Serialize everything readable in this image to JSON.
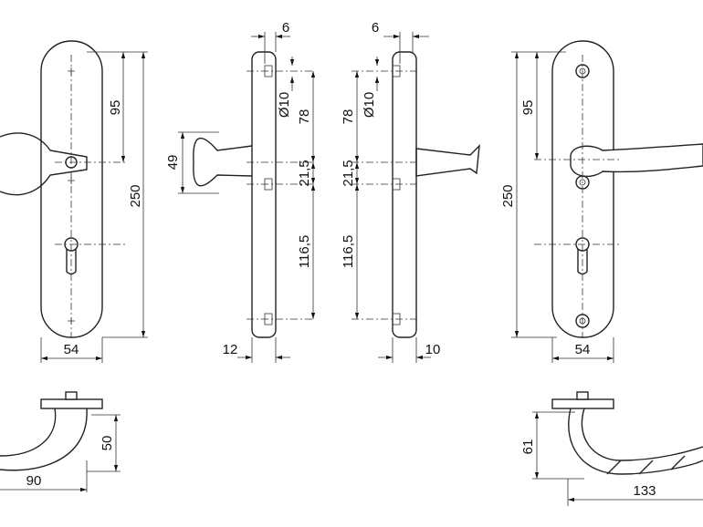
{
  "dimensions": {
    "front_left": {
      "height_to_handle": "95",
      "total_height": "250",
      "width": "54"
    },
    "side_left": {
      "screw_offset": "6",
      "screw_diameter": "Ø10",
      "top_to_handle": "78",
      "handle_to_screw": "21,5",
      "screw_to_bottom": "116,5",
      "knob_height": "49",
      "plate_thickness": "12"
    },
    "side_right": {
      "screw_offset": "6",
      "screw_diameter": "Ø10",
      "top_to_handle": "78",
      "handle_to_screw": "21,5",
      "screw_to_bottom": "116,5",
      "plate_thickness": "10"
    },
    "front_right": {
      "height_to_handle": "95",
      "total_height": "250",
      "width": "54"
    },
    "top_left": {
      "projection": "50",
      "length": "90"
    },
    "top_right": {
      "projection": "61",
      "length": "133"
    }
  }
}
